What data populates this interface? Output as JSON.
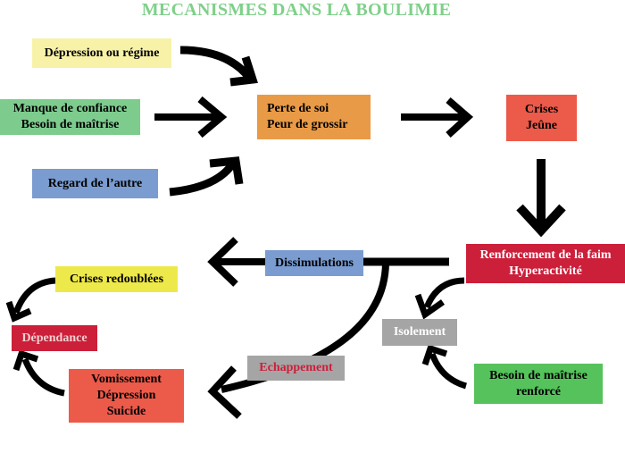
{
  "title": "MECANISMES DANS LA BOULIMIE",
  "colors": {
    "title": "#7fd08a",
    "yellow": "#f7f2a8",
    "green": "#7dcc8e",
    "blue": "#7a9cd0",
    "orange": "#e99a46",
    "red_orange": "#ec5a4a",
    "crimson": "#cc1f3a",
    "gray": "#a5a5a5",
    "bright_yellow": "#eee94a",
    "bright_green": "#56c25c"
  },
  "boxes": {
    "depression": "Dépression ou régime",
    "manque": {
      "line1": "Manque de confiance",
      "line2": "Besoin de maîtrise"
    },
    "regard": "Regard de l’autre",
    "perte": {
      "line1": "Perte de soi",
      "line2": "Peur de grossir"
    },
    "crises": {
      "line1": "Crises",
      "line2": "Jeûne"
    },
    "renforcement": {
      "line1": "Renforcement de la faim",
      "line2": "Hyperactivité"
    },
    "isolement": "Isolement",
    "besoin": {
      "line1": "Besoin de maîtrise",
      "line2": "renforcé"
    },
    "dissimulations": "Dissimulations",
    "echappement": "Echappement",
    "crises_redoublees": "Crises redoublées",
    "dependance": "Dépendance",
    "vomissement": {
      "line1": "Vomissement",
      "line2": "Dépression",
      "line3": "Suicide"
    }
  }
}
